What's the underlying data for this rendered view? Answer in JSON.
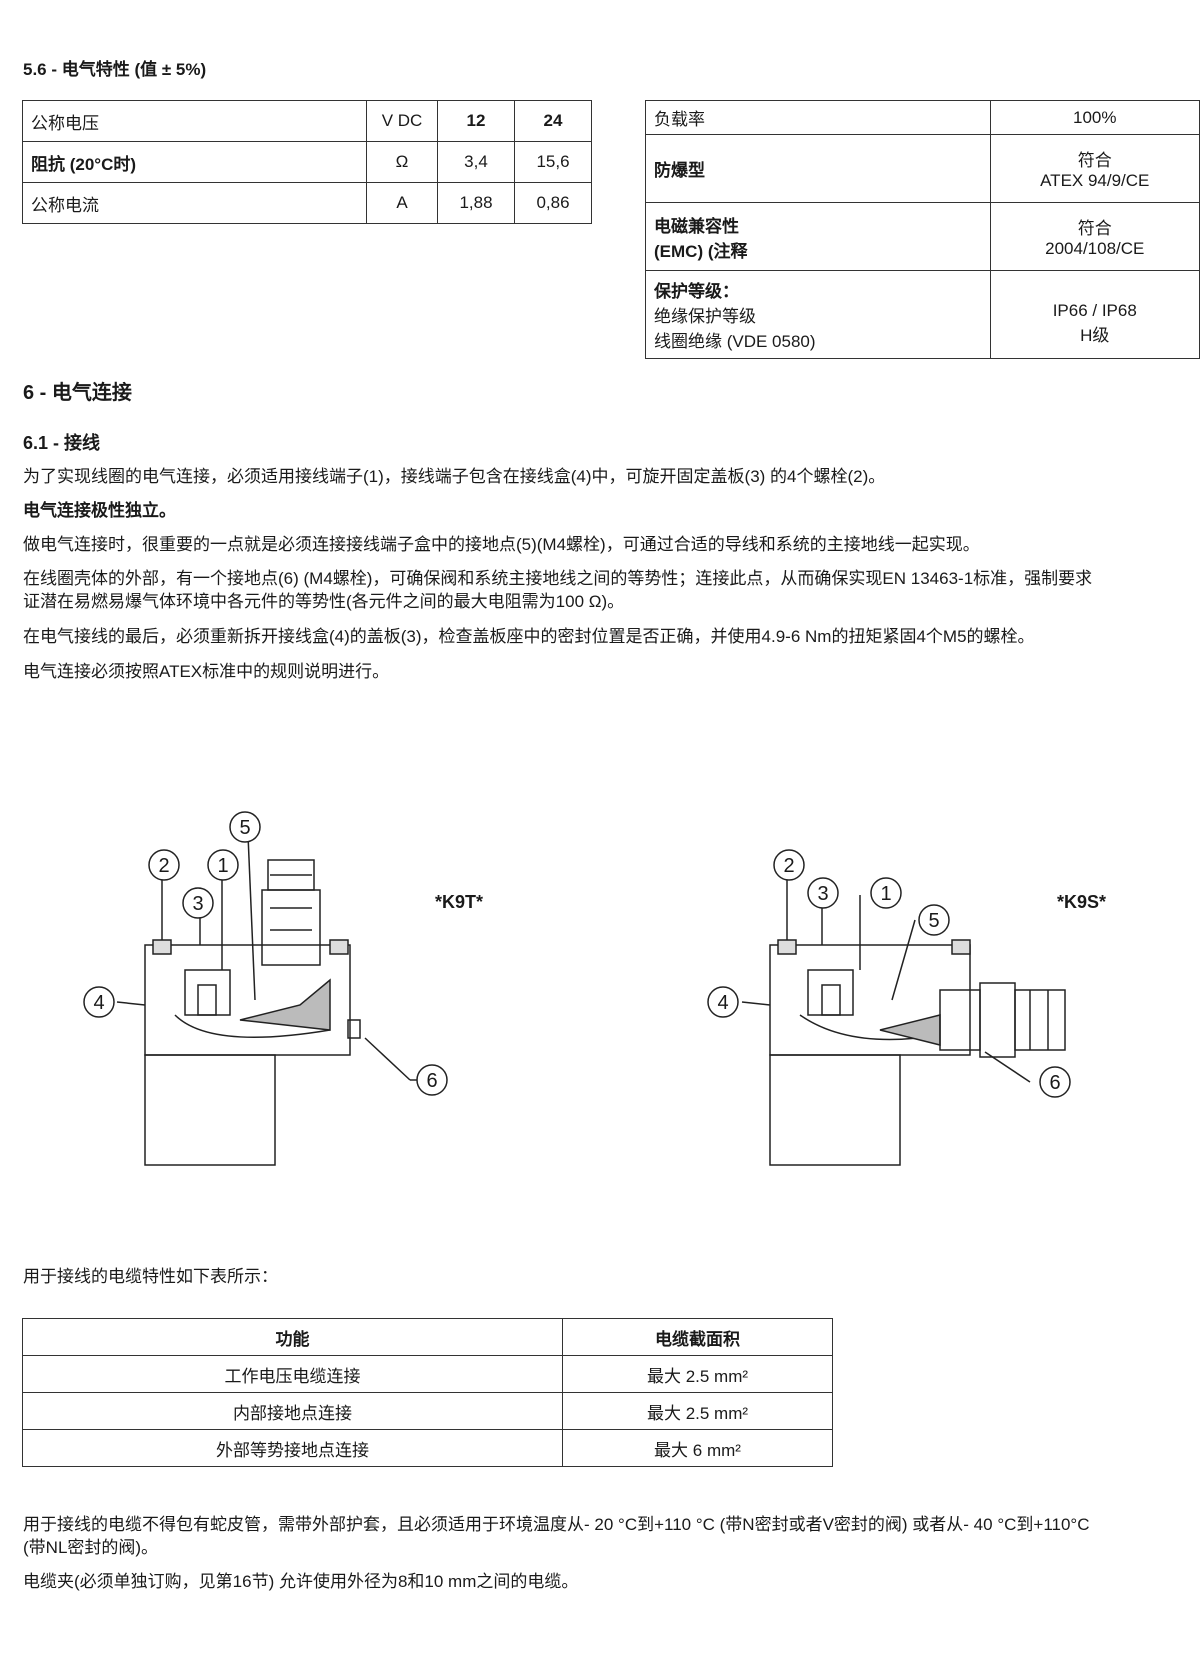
{
  "section_5_6": {
    "title": "5.6 - 电气特性 (值 ± 5%)",
    "table": [
      {
        "label": "公称电压",
        "unit": "V DC",
        "v12": "12",
        "v24": "24"
      },
      {
        "label": "阻抗 (20°C时)",
        "unit": "Ω",
        "v12": "3,4",
        "v24": "15,6"
      },
      {
        "label": "公称电流",
        "unit": "A",
        "v12": "1,88",
        "v24": "0,86"
      }
    ],
    "props": [
      {
        "label": "负载率",
        "value1": "100%",
        "value2": ""
      },
      {
        "label": "防爆型",
        "value1": "符合",
        "value2": "ATEX 94/9/CE"
      },
      {
        "label1": "电磁兼容性",
        "label2": "(EMC) (注释",
        "value1": "符合",
        "value2": "2004/108/CE"
      },
      {
        "label1": "保护等级：",
        "label2": "绝缘保护等级",
        "label3": "线圈绝缘  (VDE 0580)",
        "value1": "IP66 / IP68",
        "value2": "H级"
      }
    ]
  },
  "section_6": {
    "title": "6 - 电气连接",
    "sub_title": "6.1 - 接线",
    "p1": "为了实现线圈的电气连接，必须适用接线端子(1)，接线端子包含在接线盒(4)中，可旋开固定盖板(3) 的4个螺栓(2)。",
    "p2": "电气连接极性独立。",
    "p3": "做电气连接时，很重要的一点就是必须连接接线端子盒中的接地点(5)(M4螺栓)，可通过合适的导线和系统的主接地线一起实现。",
    "p4a": "在线圈壳体的外部，有一个接地点(6) (M4螺栓)，可确保阀和系统主接地线之间的等势性；连接此点，从而确保实现EN 13463-1标准，强制要求",
    "p4b": "证潜在易燃易爆气体环境中各元件的等势性(各元件之间的最大电阻需为100  Ω)。",
    "p5": "在电气接线的最后，必须重新拆开接线盒(4)的盖板(3)，检查盖板座中的密封位置是否正确，并使用4.9-6 Nm的扭矩紧固4个M5的螺栓。",
    "p6": "电气连接必须按照ATEX标准中的规则说明进行。"
  },
  "figures": {
    "left_model": "*K9T*",
    "right_model": "*K9S*",
    "n1": "1",
    "n2": "2",
    "n3": "3",
    "n4": "4",
    "n5": "5",
    "n6": "6"
  },
  "cable": {
    "intro": "用于接线的电缆特性如下表所示：",
    "headers": [
      "功能",
      "电缆截面积"
    ],
    "rows": [
      [
        "工作电压电缆连接",
        "最大 2.5 mm²"
      ],
      [
        "内部接地点连接",
        "最大 2.5 mm²"
      ],
      [
        "外部等势接地点连接",
        "最大 6 mm²"
      ]
    ],
    "note1a": "用于接线的电缆不得包有蛇皮管，需带外部护套，且必须适用于环境温度从- 20 °C到+110 °C (带N密封或者V密封的阀) 或者从- 40 °C到+110°C",
    "note1b": "(带NL密封的阀)。",
    "note2": "电缆夹(必须单独订购，见第16节) 允许使用外径为8和10 mm之间的电缆。"
  }
}
